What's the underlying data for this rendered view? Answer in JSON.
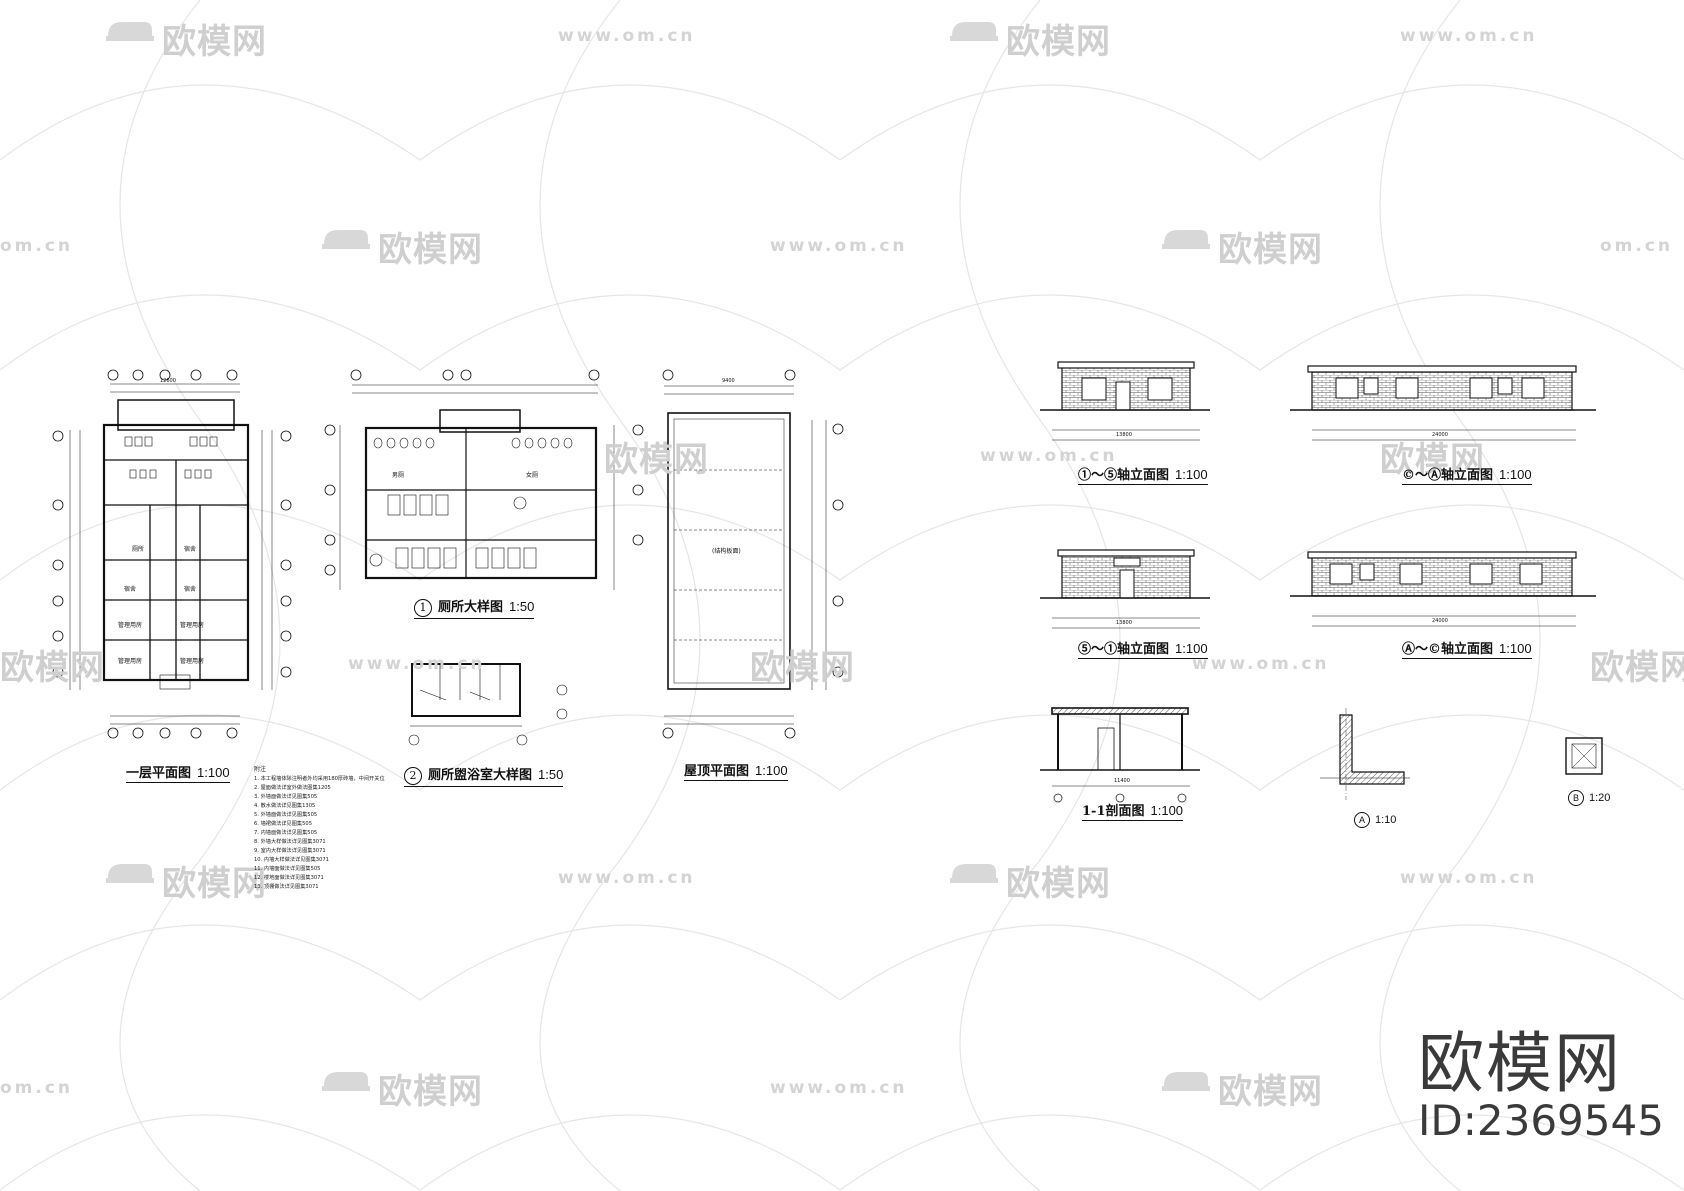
{
  "watermark": {
    "brand": "欧模网",
    "url": "www.om.cn",
    "url_partial": "om.cn",
    "brand_partial": "欧模网"
  },
  "brand_footer": {
    "name": "欧模网",
    "id_text": "ID:2369545"
  },
  "drawings": {
    "ground_floor_plan": {
      "title": "一层平面图",
      "scale": "1:100"
    },
    "toilet_detail": {
      "number": "1",
      "title": "厕所大样图",
      "scale": "1:50"
    },
    "toilet_shower_detail": {
      "number": "2",
      "title": "厕所盥浴室大样图",
      "scale": "1:50"
    },
    "roof_plan": {
      "title": "屋顶平面图",
      "scale": "1:100"
    },
    "elev_1": {
      "title": "①～⑤轴立面图",
      "scale": "1:100"
    },
    "elev_2": {
      "title": "⑤～①轴立面图",
      "scale": "1:100"
    },
    "elev_3": {
      "title": "©～Ⓐ轴立面图",
      "scale": "1:100"
    },
    "elev_4": {
      "title": "Ⓐ～©轴立面图",
      "scale": "1:100"
    },
    "section": {
      "title": "1-1剖面图",
      "scale": "1:100"
    },
    "detail_a": {
      "mark": "A",
      "scale": "1:10"
    },
    "detail_b": {
      "mark": "B",
      "scale": "1:20"
    }
  },
  "notes": {
    "heading": "附注",
    "lines": [
      "1. 本工程墙体除注明者外均采用180厚砖墙，中间开关位",
      "2. 屋面做法详室外做法图集1205",
      "3. 外墙面做法详见图集505",
      "4. 散水做法详见图集1305",
      "5. 外墙面做法详见图集505",
      "6. 墙裙做法详见图集505",
      "7. 内墙面做法详见图集505",
      "8. 外墙大样做法详见图集3071",
      "9. 室内大样做法详见图集3071",
      "10. 内墙大样做法详见图集3071",
      "11. 内墙面做法详见图集505",
      "12. 楼地面做法详见图集3071",
      "13. 顶棚做法详见图集3071"
    ]
  },
  "plan_labels": {
    "room_a": "厕所",
    "room_b": "宿舍",
    "room_c": "管理用房",
    "toilet": "男厕",
    "toilet_f": "女厕",
    "roof_center": "(结构板面)",
    "dim_total_plan": "12600",
    "dim_roof": "9400",
    "dim_elev": "13800",
    "dim_elev_long": "24000",
    "dim_section": "11400"
  },
  "colors": {
    "ink": "#111111",
    "watermark": "#cfcfcf",
    "paper": "#ffffff",
    "brick": "#555555"
  }
}
